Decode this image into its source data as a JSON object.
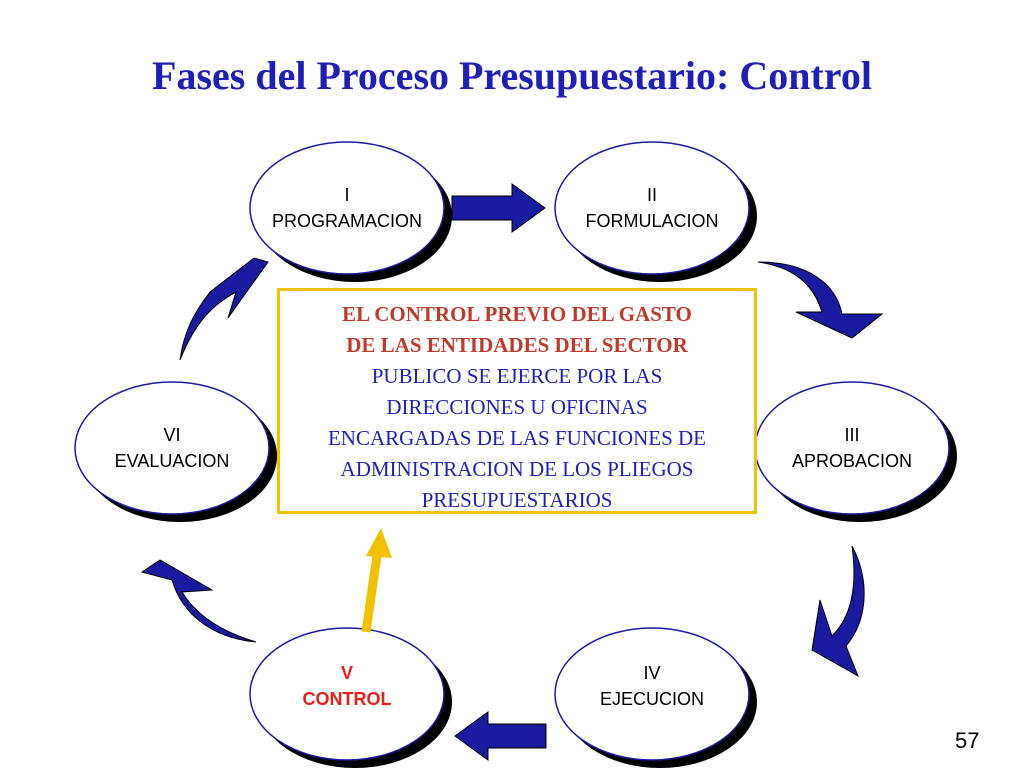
{
  "title": "Fases del Proceso Presupuestario: Control",
  "phases": [
    {
      "num": "I",
      "name": "PROGRAMACION"
    },
    {
      "num": "II",
      "name": "FORMULACION"
    },
    {
      "num": "III",
      "name": "APROBACION"
    },
    {
      "num": "IV",
      "name": "EJECUCION"
    },
    {
      "num": "V",
      "name": "CONTROL"
    },
    {
      "num": "VI",
      "name": "EVALUACION"
    }
  ],
  "center": {
    "line1": "EL CONTROL PREVIO DEL GASTO",
    "line2": "DE LAS ENTIDADES DEL SECTOR",
    "line3": "PUBLICO SE EJERCE POR LAS",
    "line4": "DIRECCIONES U OFICINAS",
    "line5": "ENCARGADAS DE LAS FUNCIONES DE",
    "line6": "ADMINISTRACION DE LOS PLIEGOS",
    "line7": "PRESUPUESTARIOS"
  },
  "colors": {
    "title": "#1f1fb8",
    "arrow": "#1a1aa0",
    "highlight": "#e8201a",
    "box_border": "#f2c200",
    "up_arrow": "#f2c200"
  },
  "page_number": "57"
}
